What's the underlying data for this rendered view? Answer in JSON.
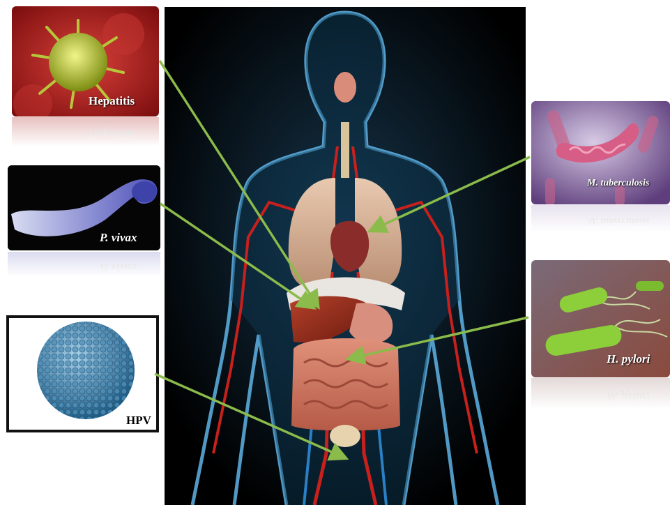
{
  "pathogens": [
    {
      "id": "hepatitis",
      "label": "Hepatitis",
      "italic": false,
      "target": "liver"
    },
    {
      "id": "pvivax",
      "label": "P. vivax",
      "italic": true,
      "target": "liver"
    },
    {
      "id": "hpv",
      "label": "HPV",
      "italic": false,
      "target": "cervix"
    },
    {
      "id": "mtb",
      "label": "M. tuberculosis",
      "italic": true,
      "target": "lung"
    },
    {
      "id": "hpylori",
      "label": "H. pylori",
      "italic": true,
      "target": "stomach"
    }
  ],
  "colors": {
    "arrow": "#8bbb4a",
    "background": "#000000",
    "body_outline": "#5fb4e6"
  }
}
